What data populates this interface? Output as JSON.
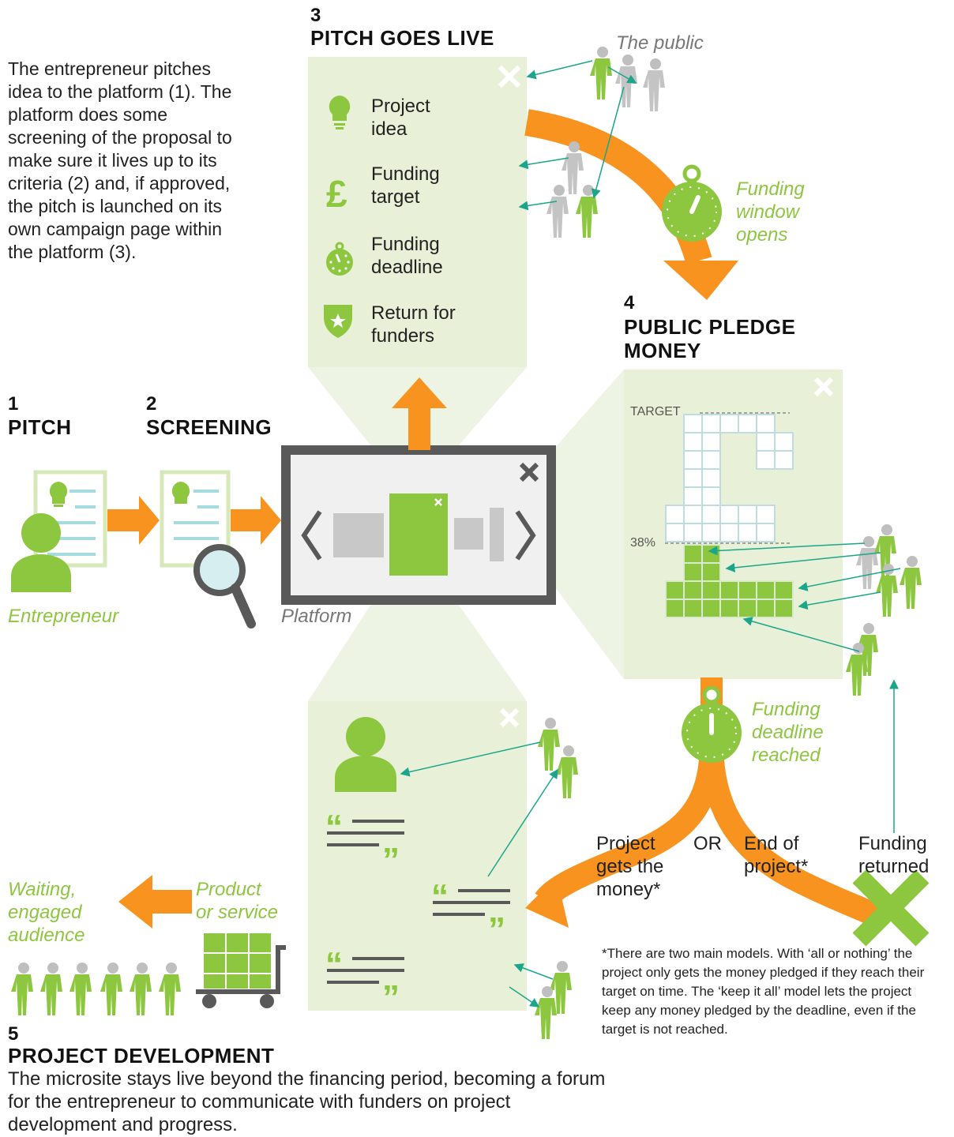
{
  "intro_text": "The entrepreneur pitches idea to the platform (1). The platform does some screening of the proposal to make sure it lives up to its criteria (2) and, if approved, the pitch is launched on its own campaign page within the platform (3).",
  "steps": {
    "pitch": {
      "number": "1",
      "title": "PITCH"
    },
    "screening": {
      "number": "2",
      "title": "SCREENING"
    },
    "live": {
      "number": "3",
      "title": "PITCH GOES LIVE"
    },
    "pledge": {
      "number": "4",
      "title_line1": "PUBLIC PLEDGE",
      "title_line2": "MONEY"
    },
    "development": {
      "number": "5",
      "title": "PROJECT DEVELOPMENT"
    }
  },
  "labels": {
    "entrepreneur": "Entrepreneur",
    "platform": "Platform",
    "the_public": "The public",
    "funding_window": [
      "Funding",
      "window",
      "opens"
    ],
    "funding_deadline_reached": [
      "Funding",
      "deadline",
      "reached"
    ],
    "waiting_audience": [
      "Waiting,",
      "engaged",
      "audience"
    ],
    "product_service": [
      "Product",
      "or service"
    ],
    "project_gets_money": [
      "Project",
      "gets the",
      "money*"
    ],
    "or": "OR",
    "end_of_project": [
      "End of",
      "project*"
    ],
    "funding_returned": [
      "Funding",
      "returned"
    ]
  },
  "pitch_panel": {
    "items": [
      {
        "icon": "lightbulb-icon",
        "line1": "Project",
        "line2": "idea"
      },
      {
        "icon": "pound-icon",
        "line1": "Funding",
        "line2": "target"
      },
      {
        "icon": "stopwatch-icon",
        "line1": "Funding",
        "line2": "deadline"
      },
      {
        "icon": "shield-star-icon",
        "line1": "Return for",
        "line2": "funders"
      }
    ]
  },
  "pledge_panel": {
    "target_label": "TARGET",
    "progress_label": "38%",
    "progress_percent": 38
  },
  "footnote": "*There are two main models. With ‘all or nothing’ the project only gets the money pledged if they reach their target on time. The ‘keep it all’ model lets the project keep any money pledged by the deadline, even if the target is not reached.",
  "development_text": "The microsite stays live beyond the financing period, becoming a forum for the entrepreneur to communicate with funders on project development and progress.",
  "colors": {
    "green": "#8dc63f",
    "orange": "#f7931e",
    "light_green_panel": "#e8f1d7",
    "grey": "#bfbfbf",
    "teal": "#1ba68b"
  }
}
